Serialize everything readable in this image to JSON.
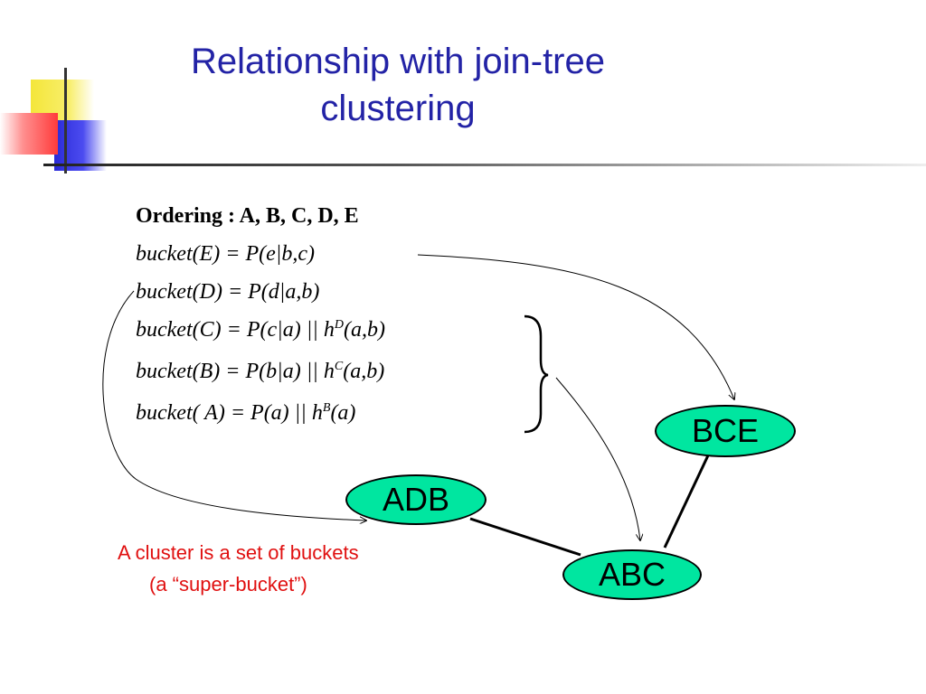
{
  "slide": {
    "title_line1": "Relationship with join-tree",
    "title_line2": "clustering"
  },
  "equations": {
    "ordering": "Ordering : A, B, C, D, E",
    "bucket_e": "bucket(E) =  P(e|b,c)",
    "bucket_d": "bucket(D) = P(d|a,b)",
    "bucket_c_prefix": "bucket(C) = P(c|a)  ||  h",
    "bucket_c_sup": "D",
    "bucket_c_suffix": "(a,b)",
    "bucket_b_prefix": "bucket(B) = P(b|a)  || h",
    "bucket_b_sup": "C",
    "bucket_b_suffix": "(a,b)",
    "bucket_a_prefix": "bucket( A) = P(a) || h",
    "bucket_a_sup": "B",
    "bucket_a_suffix": "(a)"
  },
  "clusters": {
    "bce": "BCE",
    "adb": "ADB",
    "abc": "ABC"
  },
  "note": {
    "line1": "A cluster is a set of buckets",
    "line2": "(a “super-bucket”)"
  },
  "colors": {
    "title": "#2323a6",
    "node_fill": "#00e6a0",
    "note": "#e01010"
  }
}
